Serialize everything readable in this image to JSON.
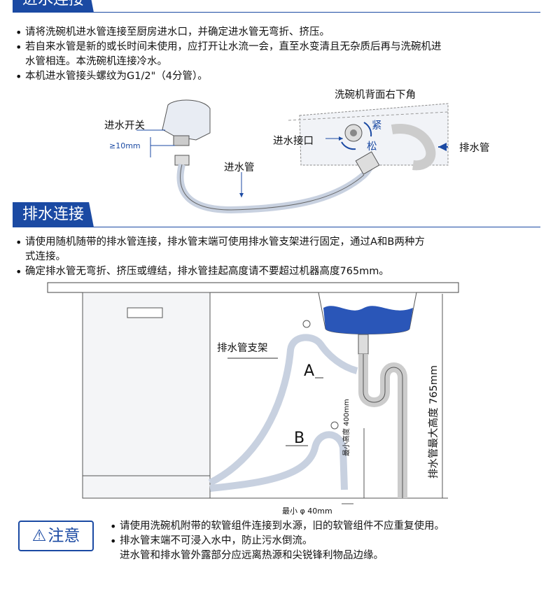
{
  "section1": {
    "title": "进水连接",
    "bullets": [
      "请将洗碗机进水管连接至厨房进水口，并确定进水管无弯折、挤压。",
      "若自来水管是新的或长时间未使用，应打开让水流一会，直至水变清且无杂质后再与洗碗机进",
      "水管相连。本洗碗机连接冷水。",
      "本机进水管接头螺纹为G1/2\"（4分管）。"
    ],
    "labels": {
      "back_corner": "洗碗机背面右下角",
      "tap": "进水开关",
      "gap": "≥10mm",
      "inlet_port": "进水接口",
      "tighten": "紧",
      "loosen": "松",
      "drain_hose": "排水管",
      "inlet_hose": "进水管"
    }
  },
  "section2": {
    "title": "排水连接",
    "bullets": [
      "请使用随机随带的排水管连接，排水管末端可使用排水管支架进行固定，通过A和B两种方",
      "式连接。",
      "确定排水管无弯折、挤压或缠结，排水管挂起高度请不要超过机器高度765mm。"
    ],
    "labels": {
      "bracket": "排水管支架",
      "a": "A",
      "b": "B",
      "min_height": "最小高度 400mm",
      "max_height": "排水管最大高度 765mm",
      "min_diameter": "最小 φ 40mm"
    }
  },
  "notice": {
    "title": "注意",
    "icon": "warning-triangle",
    "items": [
      "请使用洗碗机附带的软管组件连接到水源，旧的软管组件不应重复使用。",
      "排水管末端不可浸入水中，防止污水倒流。",
      "进水管和排水管外露部分应远离热源和尖锐锋利物品边缘。"
    ]
  },
  "colors": {
    "accent": "#1b4aa3",
    "water": "#2a56b8",
    "hose": "#b9c6dc"
  }
}
